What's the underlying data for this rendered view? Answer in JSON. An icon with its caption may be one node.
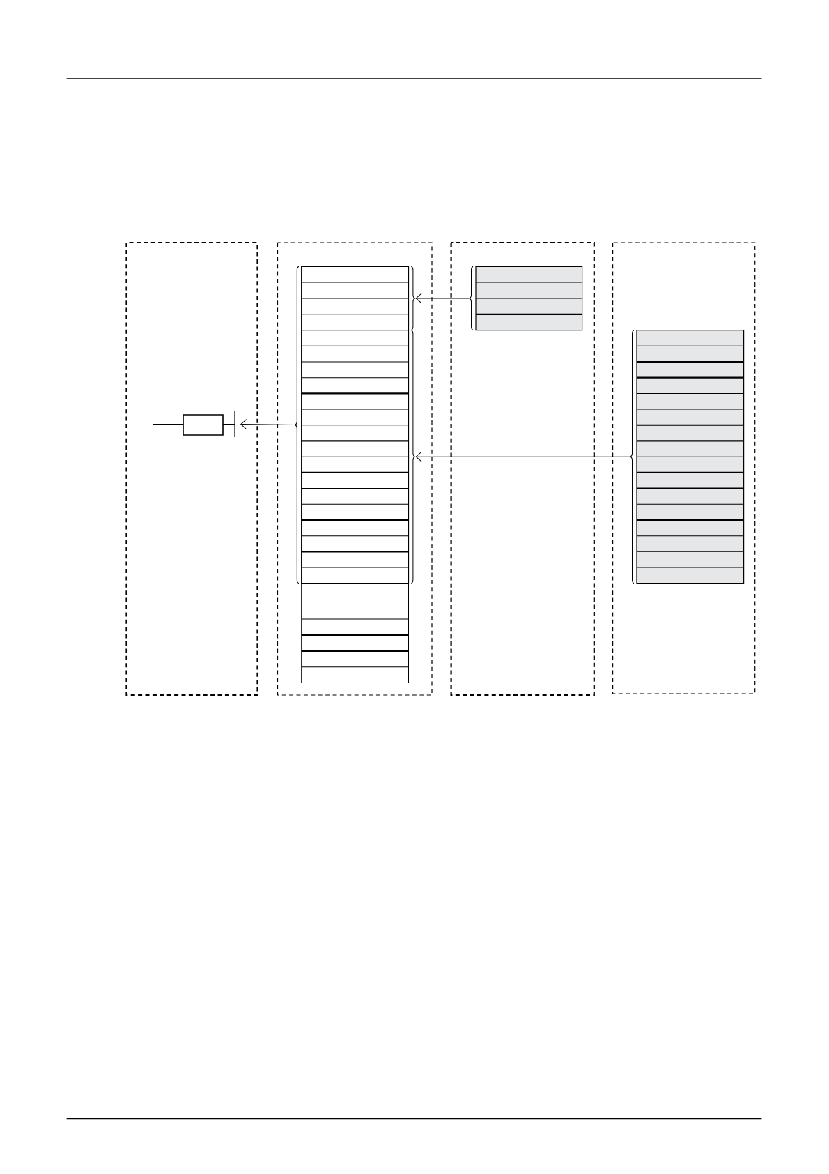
{
  "diagram": {
    "nodes": [
      {
        "text": [],
        "shape": "box"
      },
      {
        "text": [],
        "shape": "picture",
        "in": 0
      },
      {
        "text": [],
        "shape": "box"
      },
      {
        "text": [],
        "shape": "box",
        "in": 2
      },
      {
        "text": [],
        "shape": "box",
        "in": 3
      },
      {
        "text": [],
        "shape": "box",
        "in": 3
      },
      {
        "text": [],
        "shape": "box",
        "in": 2
      },
      {
        "text": [],
        "shape": "box"
      },
      {
        "text": [],
        "shape": "box",
        "in": 7
      },
      {
        "text": [],
        "shape": "box"
      },
      {
        "text": [],
        "shape": "box",
        "in": 9
      }
    ],
    "edges": [
      {
        "from": 8,
        "to": 4,
        "arrow": "to"
      },
      {
        "from": 10,
        "to": 5,
        "arrow": "to"
      },
      {
        "from": 3,
        "to": 1,
        "arrow": "to"
      }
    ]
  }
}
